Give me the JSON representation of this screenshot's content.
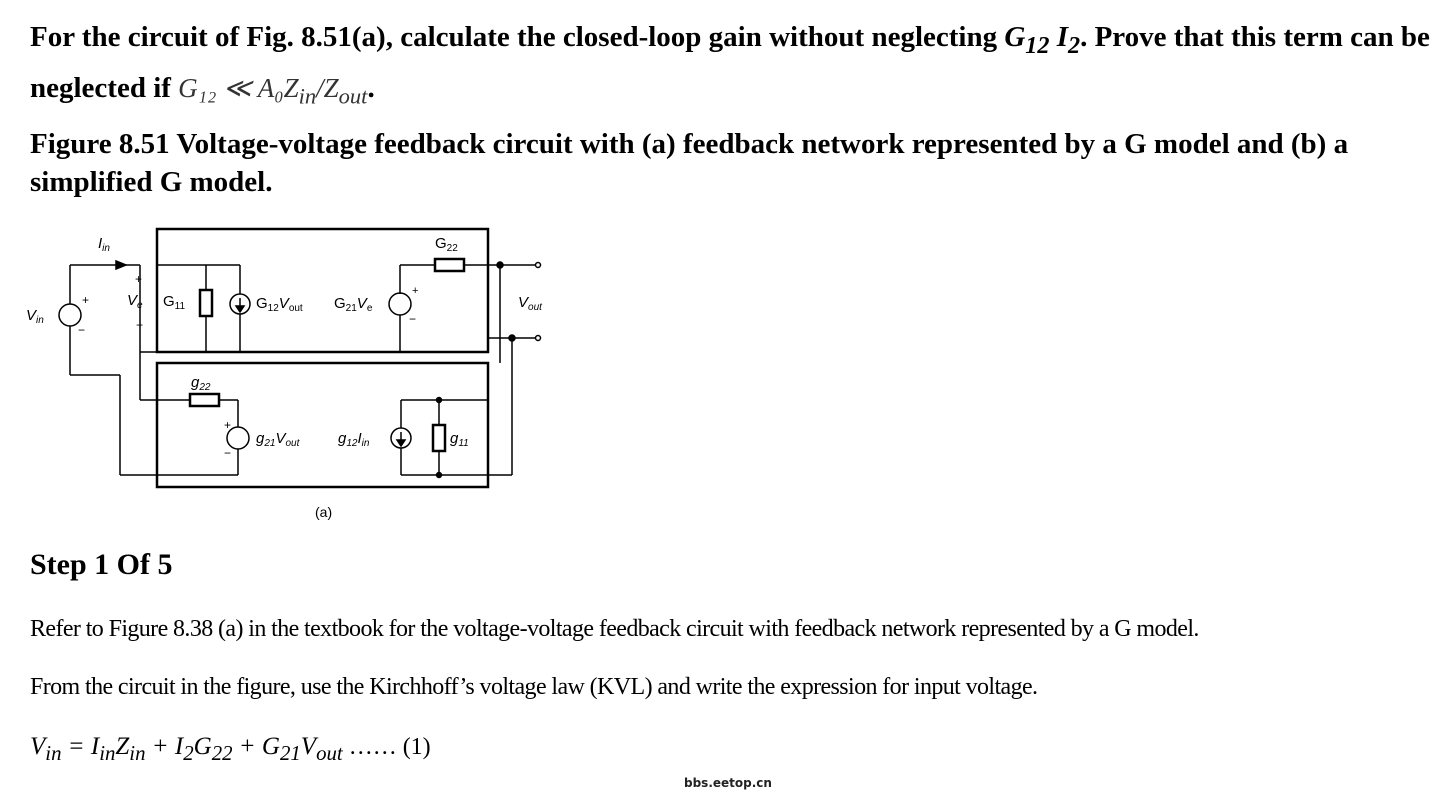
{
  "question": {
    "part1": "For the circuit of Fig. 8.51(a), calculate the closed-loop gain without neglecting ",
    "term": "G",
    "term_sub": "12",
    "term2": " I",
    "term2_sub": "2",
    "part2": ". Prove that this term can be neglected if ",
    "condition": "G₁₂ ≪ A₀Z",
    "cond_sub1": "in",
    "cond_mid": "/Z",
    "cond_sub2": "out",
    "end": "."
  },
  "caption": "Figure 8.51 Voltage-voltage feedback circuit with (a) feedback network represented by a G model and (b) a simplified G model.",
  "figure": {
    "labels": {
      "iin": "I",
      "iin_sub": "in",
      "vin": "V",
      "vin_sub": "in",
      "ve": "V",
      "ve_sub": "e",
      "G11": "G",
      "G11_sub": "11",
      "G12": "G",
      "G12_sub": "12",
      "G12_v": "V",
      "G12_vsub": "out",
      "G21": "G",
      "G21_sub": "21",
      "G21_v": "V",
      "G21_vsub": "e",
      "G22": "G",
      "G22_sub": "22",
      "vout": "V",
      "vout_sub": "out",
      "g22": "g",
      "g22_sub": "22",
      "g21": "g",
      "g21_sub": "21",
      "g21_v": "V",
      "g21_vsub": "out",
      "g12": "g",
      "g12_sub": "12",
      "g12_i": "I",
      "g12_isub": "in",
      "g11": "g",
      "g11_sub": "11",
      "plus": "+",
      "minus": "−",
      "part": "(a)"
    }
  },
  "step_title": "Step 1 Of 5",
  "para1": "Refer to Figure 8.38 (a) in the textbook for the voltage-voltage feedback circuit with feedback network represented by a G model.",
  "para2": "From the circuit in the figure, use the Kirchhoff’s voltage law (KVL) and write the expression for input voltage.",
  "equation": {
    "lhs": "V",
    "lhs_sub": "in",
    "rhs_a": " = I",
    "rhs_a_sub": "in",
    "rhs_b": "Z",
    "rhs_b_sub": "in",
    "rhs_c": " + I",
    "rhs_c_sub": "2",
    "rhs_d": "G",
    "rhs_d_sub": "22",
    "rhs_e": " + G",
    "rhs_e_sub": "21",
    "rhs_f": "V",
    "rhs_f_sub": "out",
    "tag": " …… (1)"
  },
  "watermark": "bbs.eetop.cn"
}
